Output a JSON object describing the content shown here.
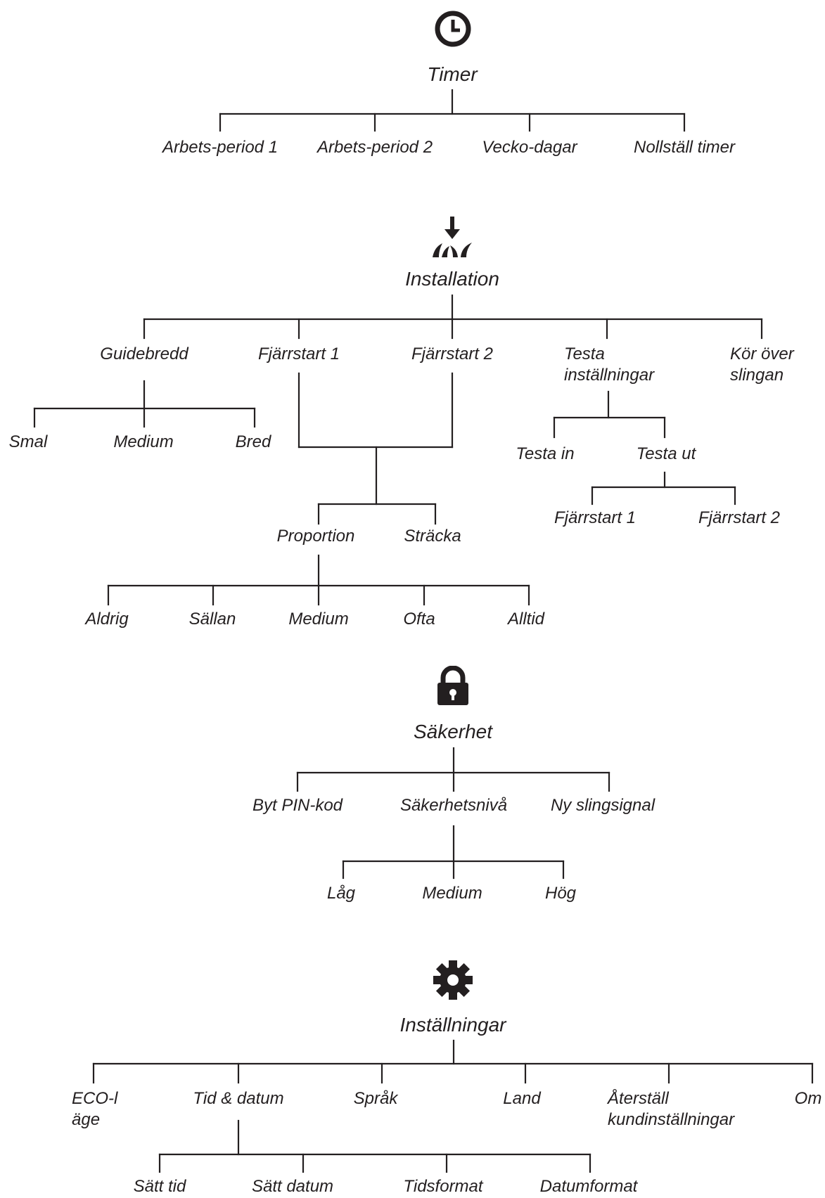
{
  "colors": {
    "ink": "#231f20",
    "background": "#ffffff"
  },
  "sections": {
    "timer": {
      "icon": "clock-icon",
      "title": "Timer",
      "items": [
        "Arbets-period 1",
        "Arbets-period 2",
        "Vecko-dagar",
        "Nollställ timer"
      ]
    },
    "installation": {
      "icon": "install-arrow-grass-icon",
      "title": "Installation",
      "items": [
        "Guidebredd",
        "Fjärrstart 1",
        "Fjärrstart 2",
        "Testa inställningar",
        "Kör över slingan"
      ],
      "guidebredd": [
        "Smal",
        "Medium",
        "Bred"
      ],
      "fjarrstart": [
        "Proportion",
        "Sträcka"
      ],
      "proportion": [
        "Aldrig",
        "Sällan",
        "Medium",
        "Ofta",
        "Alltid"
      ],
      "testa": [
        "Testa in",
        "Testa ut"
      ],
      "testa_ut": [
        "Fjärrstart 1",
        "Fjärrstart 2"
      ]
    },
    "sakerhet": {
      "icon": "padlock-icon",
      "title": "Säkerhet",
      "items": [
        "Byt PIN-kod",
        "Säkerhetsnivå",
        "Ny slingsignal"
      ],
      "niva": [
        "Låg",
        "Medium",
        "Hög"
      ]
    },
    "installningar": {
      "icon": "gear-icon",
      "title": "Inställningar",
      "items": [
        "ECO-läge",
        "Tid & datum",
        "Språk",
        "Land",
        "Återställ kundinställningar",
        "Om"
      ],
      "tid_datum": [
        "Sätt tid",
        "Sätt datum",
        "Tidsformat",
        "Datumformat"
      ]
    }
  }
}
